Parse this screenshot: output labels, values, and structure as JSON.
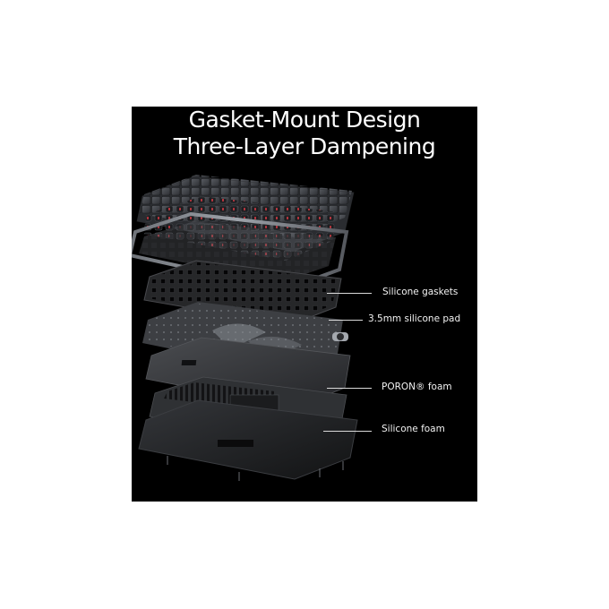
{
  "title": {
    "line1": "Gasket-Mount Design",
    "line2": "Three-Layer Dampening"
  },
  "callouts": [
    {
      "label": "Silicone gaskets"
    },
    {
      "label": "3.5mm silicone pad"
    },
    {
      "label": "PORON® foam"
    },
    {
      "label": "Silicone foam"
    }
  ],
  "colors": {
    "background": "#000000",
    "text": "#ffffff",
    "switch_accent": "#b5343c"
  }
}
